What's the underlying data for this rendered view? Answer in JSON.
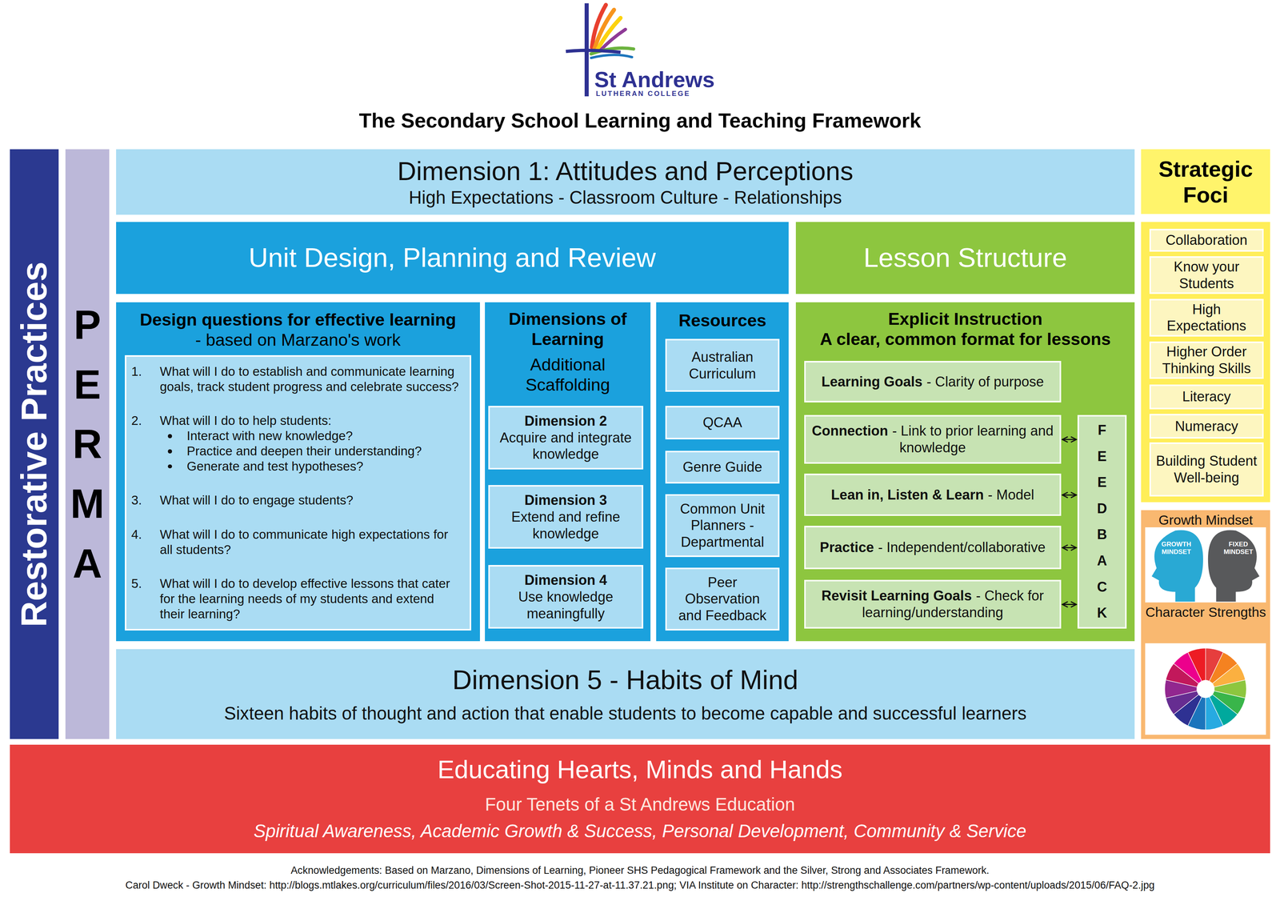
{
  "diagram": {
    "title": "The Secondary School Learning and Teaching Framework",
    "nodes": [
      {
        "text": [
          "Restorative Practices"
        ]
      },
      {
        "text": [
          "PERMA"
        ]
      },
      {
        "text": [
          "Dimension 1: Attitudes and Perceptions",
          "High Expectations - Classroom Culture - Relationships"
        ]
      },
      {
        "text": [
          "Unit Design, Planning and Review"
        ]
      },
      {
        "text": [
          "Lesson Structure"
        ]
      },
      {
        "text": [
          "Design questions for effective learning",
          "- based on Marzano's work"
        ]
      },
      {
        "text": [
          "1.",
          "What will I do to establish and communicate learning goals, track student progress and celebrate success?",
          "2.",
          "What will I do to help students:",
          "Interact with new knowledge?",
          "Practice and deepen their understanding?",
          "Generate and test hypotheses?",
          "3.",
          "What will I do to engage students?",
          "4.",
          "What will I do to communicate high expectations for all students?",
          "5.",
          "What will I do to develop effective lessons that cater for the learning needs of my students and extend their learning?"
        ],
        "in": 5
      },
      {
        "text": [
          "Dimensions of Learning",
          "Additional Scaffolding"
        ]
      },
      {
        "text": [
          "Dimension 2",
          "Acquire and integrate knowledge"
        ],
        "in": 7
      },
      {
        "text": [
          "Dimension 3",
          "Extend and refine knowledge"
        ],
        "in": 7
      },
      {
        "text": [
          "Dimension 4",
          "Use knowledge meaningfully"
        ],
        "in": 7
      },
      {
        "text": [
          "Resources"
        ]
      },
      {
        "text": [
          "Australian Curriculum"
        ],
        "in": 11
      },
      {
        "text": [
          "QCAA"
        ],
        "in": 11
      },
      {
        "text": [
          "Genre Guide"
        ],
        "in": 11
      },
      {
        "text": [
          "Common Unit Planners - Departmental"
        ],
        "in": 11
      },
      {
        "text": [
          "Peer Observation and Feedback"
        ],
        "in": 11
      },
      {
        "text": [
          "Explicit Instruction",
          "A clear, common format for lessons"
        ]
      },
      {
        "text": [
          "Learning Goals",
          "- Clarity of purpose"
        ],
        "in": 17
      },
      {
        "text": [
          "Connection",
          "- Link to prior learning and knowledge"
        ],
        "in": 17
      },
      {
        "text": [
          "Lean in, Listen & Learn",
          "- Model"
        ],
        "in": 17
      },
      {
        "text": [
          "Practice",
          "- Independent/collaborative"
        ],
        "in": 17
      },
      {
        "text": [
          "Revisit Learning Goals",
          "- Check for learning/understanding"
        ],
        "in": 17
      },
      {
        "text": [
          "FEEDBACK"
        ],
        "in": 17
      },
      {
        "text": [
          "Dimension 5 - Habits of Mind",
          "Sixteen habits of thought and action that enable students to become capable and successful learners"
        ]
      },
      {
        "text": [
          "Strategic Foci"
        ]
      },
      {
        "text": [
          "Collaboration"
        ],
        "in": 25
      },
      {
        "text": [
          "Know your Students"
        ],
        "in": 25
      },
      {
        "text": [
          "High Expectations"
        ],
        "in": 25
      },
      {
        "text": [
          "Higher Order Thinking Skills"
        ],
        "in": 25
      },
      {
        "text": [
          "Literacy"
        ],
        "in": 25
      },
      {
        "text": [
          "Numeracy"
        ],
        "in": 25
      },
      {
        "text": [
          "Building Student Well-being"
        ],
        "in": 25
      },
      {
        "text": [
          "Growth Mindset",
          "Character Strengths"
        ]
      },
      {
        "text": [
          "Educating Hearts, Minds and Hands",
          "Four Tenets of a St Andrews Education",
          "Spiritual Awareness, Academic Growth & Success, Personal Development, Community & Service"
        ]
      }
    ],
    "edges": [
      {
        "from": 19,
        "to": 23,
        "arrow": "both"
      },
      {
        "from": 20,
        "to": 23,
        "arrow": "both"
      },
      {
        "from": 21,
        "to": 23,
        "arrow": "both"
      },
      {
        "from": 22,
        "to": 23,
        "arrow": "both"
      }
    ],
    "labels": [
      "St Andrews",
      "LUTHERAN COLLEGE",
      "GROWTH MINDSET",
      "FIXED MINDSET",
      "Acknowledgements: Based on Marzano, Dimensions of Learning, Pioneer SHS Pedagogical Framework and the Silver, Strong and Associates Framework.",
      "Carol Dweck - Growth Mindset: http://blogs.mtlakes.org/curriculum/files/2016/03/Screen-Shot-2015-11-27-at-11.37.21.png; VIA Institute on Character: http://strengthschallenge.com/partners/wp-content/uploads/2015/06/FAQ-2.jpg"
    ]
  }
}
